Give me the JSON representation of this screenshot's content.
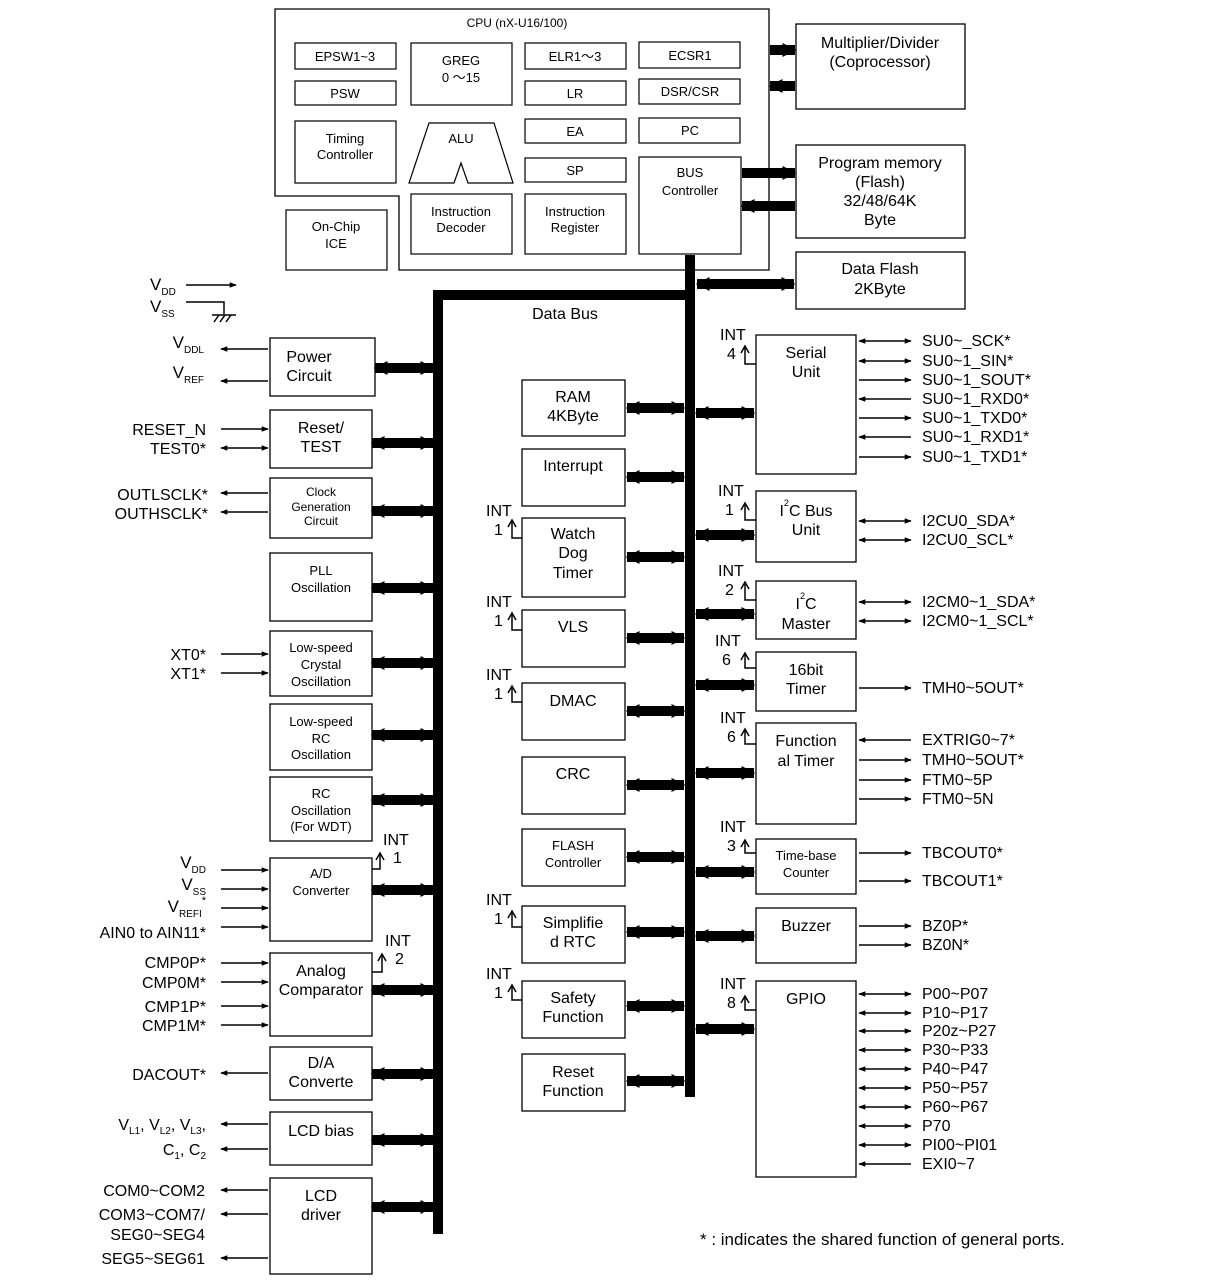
{
  "cpu": {
    "title": "CPU (nX-U16/100)",
    "registers": [
      "EPSW1~3",
      "PSW",
      "ELR1～3",
      "LR",
      "EA",
      "SP",
      "ECSR1",
      "DSR/CSR",
      "PC"
    ],
    "greg": [
      "GREG",
      "0 ～15"
    ],
    "alu": "ALU",
    "timing": [
      "Timing",
      "Controller"
    ],
    "decoder": [
      "Instruction",
      "Decoder"
    ],
    "ireg": [
      "Instruction",
      "Register"
    ],
    "busctl": [
      "BUS",
      "Controller"
    ],
    "ice": [
      "On-Chip",
      "ICE"
    ]
  },
  "top_right": {
    "muldiv": [
      "Multiplier/Divider",
      "(Coprocessor)"
    ],
    "progmem": [
      "Program memory",
      "(Flash)",
      "32/48/64K",
      "Byte"
    ],
    "dataflash": [
      "Data Flash",
      "2KByte"
    ]
  },
  "data_bus_label": "Data Bus",
  "power_pins": {
    "vdd": "V",
    "vdd_sub": "DD",
    "vss": "V",
    "vss_sub": "SS"
  },
  "left_blocks": {
    "power": [
      "Power",
      "Circuit"
    ],
    "reset": [
      "Reset/",
      "TEST"
    ],
    "clock": [
      "Clock",
      "Generation",
      "Circuit"
    ],
    "pll": [
      "PLL",
      "Oscillation"
    ],
    "lscrystal": [
      "Low-speed",
      "Crystal",
      "Oscillation"
    ],
    "lsrc": [
      "Low-speed",
      "RC",
      "Oscillation"
    ],
    "rcwdt": [
      "RC",
      "Oscillation",
      "(For WDT)"
    ],
    "adc": [
      "A/D",
      "Converter"
    ],
    "comparator": [
      "Analog",
      "Comparator"
    ],
    "dac": [
      "D/A",
      "Converte"
    ],
    "lcdbias": [
      "LCD bias"
    ],
    "lcddriver": [
      "LCD",
      "driver"
    ]
  },
  "left_pins": {
    "vddl": {
      "main": "V",
      "sub": "DDL"
    },
    "vref": {
      "main": "V",
      "sub": "REF"
    },
    "reset_n": "RESET_N",
    "test0": "TEST0*",
    "outlsclk": "OUTLSCLK*",
    "outhsclk": "OUTHSCLK*",
    "xt0": "XT0*",
    "xt1": "XT1*",
    "ad_vdd": {
      "main": "V",
      "sub": "DD"
    },
    "ad_vss": {
      "main": "V",
      "sub": "SS"
    },
    "ad_vrefi": {
      "main": "V",
      "sub": "REFI",
      "sup": "*"
    },
    "ain": "AIN0 to AIN11*",
    "cmp0p": "CMP0P*",
    "cmp0m": "CMP0M*",
    "cmp1p": "CMP1P*",
    "cmp1m": "CMP1M*",
    "dacout": "DACOUT*",
    "vl": {
      "v": "V",
      "s1": "L1",
      "s2": "L2",
      "s3": "L3",
      "sep": ", ",
      "end": ","
    },
    "c12": {
      "c": "C",
      "s1": "1",
      "s2": "2",
      "sep": ", "
    },
    "com0": "COM0~COM2",
    "com3": "COM3~COM7/",
    "seg0": "SEG0~SEG4",
    "seg5": "SEG5~SEG61"
  },
  "middle_blocks": {
    "ram": [
      "RAM",
      "4KByte"
    ],
    "interrupt": [
      "Interrupt"
    ],
    "wdt": [
      "Watch",
      "Dog",
      "Timer"
    ],
    "vls": [
      "VLS"
    ],
    "dmac": [
      "DMAC"
    ],
    "crc": [
      "CRC"
    ],
    "flashctl": [
      "FLASH",
      "Controller"
    ],
    "rtc": [
      "Simplifie",
      "d RTC"
    ],
    "safety": [
      "Safety",
      "Function"
    ],
    "resetfn": [
      "Reset",
      "Function"
    ]
  },
  "right_blocks": {
    "serial": [
      "Serial",
      "Unit"
    ],
    "i2cbus_pre": "I",
    "i2cbus_sup": "2",
    "i2cbus_post": "C Bus",
    "i2cbus_line2": "Unit",
    "i2cm_pre": "I",
    "i2cm_sup": "2",
    "i2cm_post": "C",
    "i2cm_line2": "Master",
    "timer16": [
      "16bit",
      "Timer"
    ],
    "functimer": [
      "Function",
      "al Timer"
    ],
    "timebase": [
      "Time-base",
      "Counter"
    ],
    "buzzer": [
      "Buzzer"
    ],
    "gpio": [
      "GPIO"
    ]
  },
  "right_pins": {
    "serial": [
      "SU0~_SCK*",
      "SU0~1_SIN*",
      "SU0~1_SOUT*",
      "SU0~1_RXD0*",
      "SU0~1_TXD0*",
      "SU0~1_RXD1*",
      "SU0~1_TXD1*"
    ],
    "i2cbus": [
      "I2CU0_SDA*",
      "I2CU0_SCL*"
    ],
    "i2cm": [
      "I2CM0~1_SDA*",
      "I2CM0~1_SCL*"
    ],
    "timer16": [
      "TMH0~5OUT*"
    ],
    "functimer": [
      "EXTRIG0~7*",
      "TMH0~5OUT*",
      "FTM0~5P",
      "FTM0~5N"
    ],
    "timebase": [
      "TBCOUT0*",
      "TBCOUT1*"
    ],
    "buzzer": [
      "BZ0P*",
      "BZ0N*"
    ],
    "gpio": [
      "P00~P07",
      "P10~P17",
      "P20z~P27",
      "P30~P33",
      "P40~P47",
      "P50~P57",
      "P60~P67",
      "P70",
      "PI00~PI01",
      "EXI0~7"
    ]
  },
  "int_tags": {
    "label": "INT",
    "serial": "4",
    "i2cbus": "1",
    "i2cm": "2",
    "timer16": "6",
    "functimer": "6",
    "timebase": "3",
    "gpio": "8",
    "wdt": "1",
    "vls": "1",
    "dmac": "1",
    "rtc": "1",
    "safety": "1",
    "adc": "1",
    "comparator": "2"
  },
  "footnote": "* : indicates the shared function of general ports."
}
